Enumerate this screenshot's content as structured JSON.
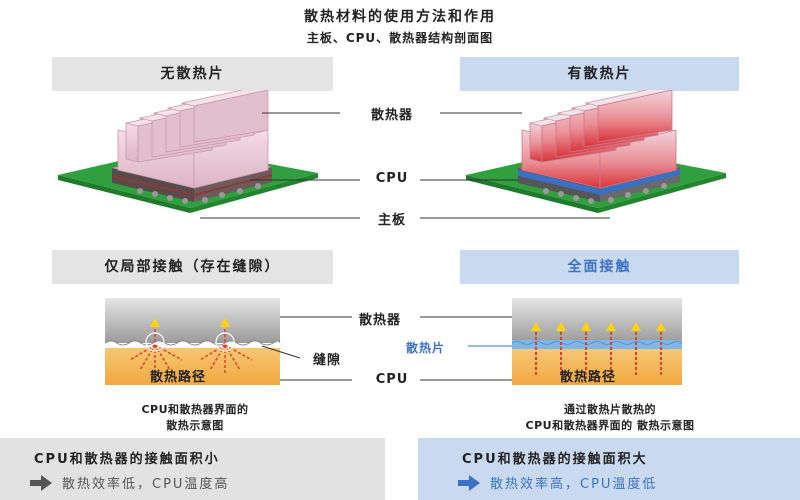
{
  "title": "散热材料的使用方法和作用",
  "subtitle": "主板、CPU、散热器结构剖面图",
  "left_header": "无散热片",
  "right_header": "有散热片",
  "labels": {
    "heatsink": "散热器",
    "cpu": "CPU",
    "board": "主板",
    "heatsink_lower": "散热器",
    "cpu_lower": "CPU",
    "gap": "缝隙",
    "pad": "散热片"
  },
  "left_mid_header": "仅局部接触（存在缝隙）",
  "right_mid_header": "全面接触",
  "left_inner_label": "散热路径",
  "right_inner_label": "散热路径",
  "left_caption": [
    "CPU和散热器界面的",
    "散热示意图"
  ],
  "right_caption": [
    "通过散热片散热的",
    "CPU和散热器界面的 散热示意图"
  ],
  "bottom_left": {
    "line1": "CPU和散热器的接触面积小",
    "line2": "散热效率低，CPU温度高"
  },
  "bottom_right": {
    "line1": "CPU和散热器的接触面积大",
    "line2": "散热效率高，CPU温度低"
  },
  "colors": {
    "board_green": "#2e9a3e",
    "heatsink_pink": "#e9c9d6",
    "heat_red": "#e0504a",
    "pad_blue": "#3b6fc4",
    "cpu_orange": "#f3b14c",
    "arrow_yellow": "#ffd400",
    "accent_blue": "#3b72c4"
  }
}
